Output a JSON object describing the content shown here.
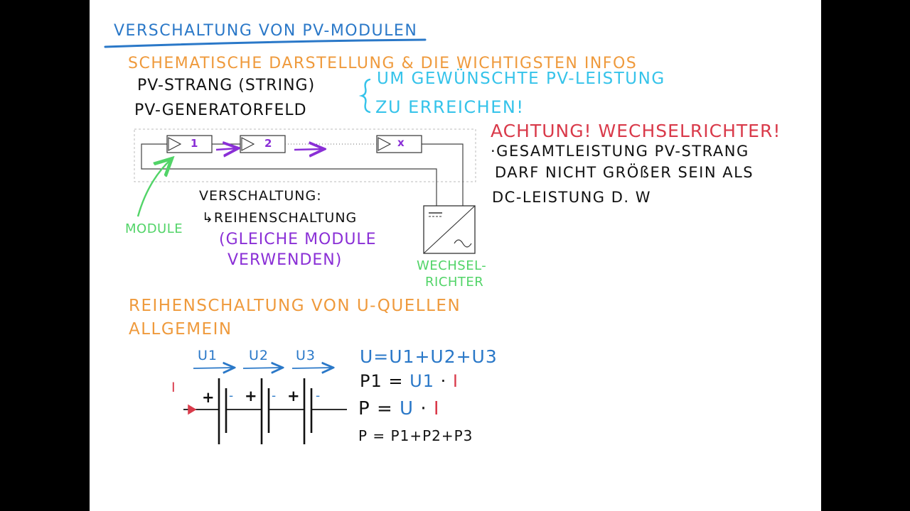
{
  "title": "VERSCHALTUNG VON PV-MODULEN",
  "section1": {
    "heading": "SCHEMATISCHE DARSTELLUNG & DIE WICHTIGSTEN INFOS",
    "items": [
      "PV-STRANG (STRING)",
      "PV-GENERATORFELD"
    ],
    "note_line1": "UM GEWÜNSCHTE PV-LEISTUNG",
    "note_line2": "ZU ERREICHEN!"
  },
  "warning": {
    "heading": "ACHTUNG! WECHSELRICHTER!",
    "line1": "·GESAMTLEISTUNG PV-STRANG",
    "line2": "DARF NICHT GRÖßER SEIN ALS",
    "line3": "DC-LEISTUNG D. W"
  },
  "diagram": {
    "module_labels": [
      "1",
      "2",
      "x"
    ],
    "module_caption": "MODULE",
    "inverter_caption_line1": "WECHSEL-",
    "inverter_caption_line2": "RICHTER",
    "connection_heading": "VERSCHALTUNG:",
    "connection_type": "↳REIHENSCHALTUNG",
    "connection_note_line1": "(GLEICHE MODULE",
    "connection_note_line2": "VERWENDEN)"
  },
  "section2": {
    "heading_line1": "REIHENSCHALTUNG VON U-QUELLEN",
    "heading_line2": "ALLGEMEIN",
    "voltages": [
      "U1",
      "U2",
      "U3"
    ],
    "current_label": "I",
    "plus_sign": "+",
    "minus_sign": "-",
    "eq1": "U=U1+U2+U3",
    "eq2_p": "P1",
    "eq2_eq": "=",
    "eq2_u": "U1",
    "eq2_dot": "·",
    "eq2_i": "I",
    "eq3_p": "P",
    "eq3_eq": "=",
    "eq3_u": "U",
    "eq3_dot": "·",
    "eq3_i": "I",
    "eq4": "P = P1+P2+P3"
  },
  "colors": {
    "blue": "#2a78c8",
    "orange": "#ef9a3c",
    "cyan": "#35c3ea",
    "red": "#d93a4a",
    "green": "#52d468",
    "purple": "#8a2fd6"
  }
}
